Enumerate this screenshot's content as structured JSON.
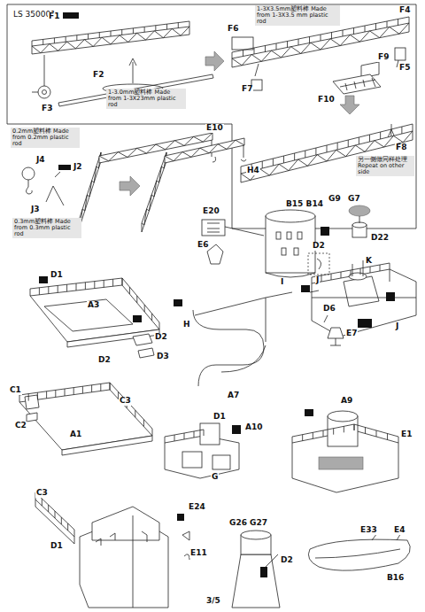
{
  "diagram": {
    "labels": [
      "LS 350001",
      "F1",
      "1-3.0mm塑料棒 Made from 1-3X23mm plastic rod",
      "F2",
      "F3",
      "1-3X3.5mm塑料棒 Made from 1-3X3.5 mm plastic rod",
      "F4",
      "F6",
      "F5",
      "F9",
      "F10",
      "F7",
      "F8",
      "另一侧做同样处理 Repeat on other side",
      "G9",
      "0.2mm塑料棒 Made from 0.2mm plastic rod",
      "E10",
      "H4",
      "J4",
      "J2",
      "J3",
      "0.3mm塑料棒 Made from 0.3mm plastic rod",
      "E20",
      "B15 B14",
      "G7",
      "D22",
      "E6",
      "D2",
      "K",
      "J",
      "D6",
      "E7",
      "J",
      "D1",
      "A3",
      "D2",
      "D3",
      "D2",
      "H",
      "I",
      "A7",
      "C1",
      "C2",
      "C3",
      "A1",
      "D1",
      "A10",
      "G",
      "A9",
      "E1",
      "C3",
      "D1",
      "E24",
      "E11",
      "G26 G27",
      "D2",
      "E33",
      "E4",
      "B16",
      "3/5"
    ]
  }
}
